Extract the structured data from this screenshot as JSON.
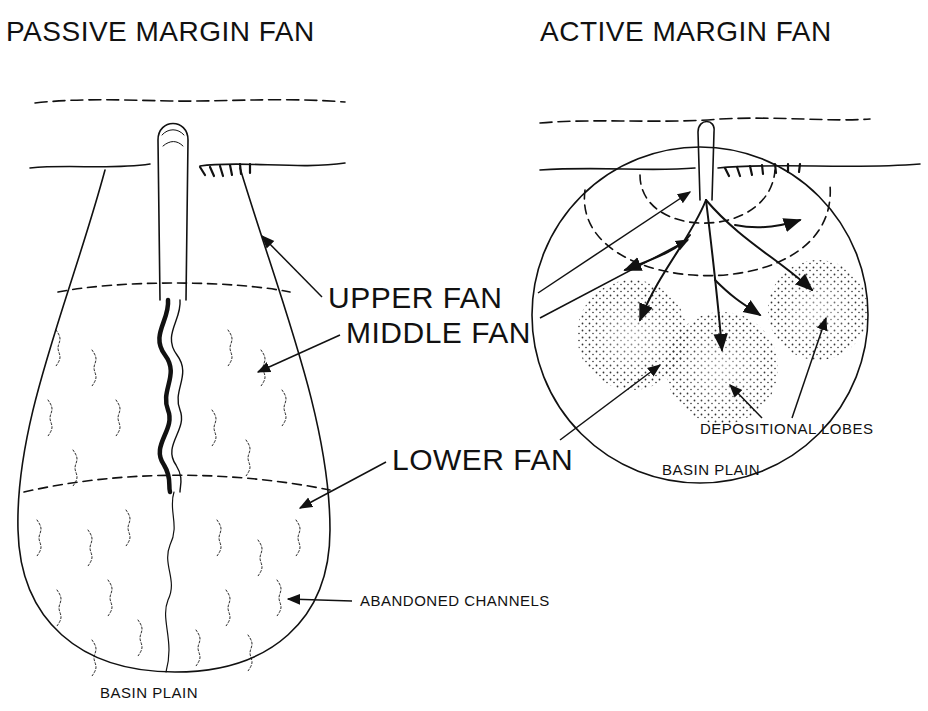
{
  "diagram": {
    "labels": [
      "PASSIVE MARGIN FAN",
      "ACTIVE MARGIN FAN",
      "UPPER FAN",
      "MIDDLE FAN",
      "LOWER FAN",
      "DEPOSITIONAL LOBES",
      "BASIN PLAIN",
      "ABANDONED CHANNELS",
      "BASIN PLAIN"
    ]
  }
}
